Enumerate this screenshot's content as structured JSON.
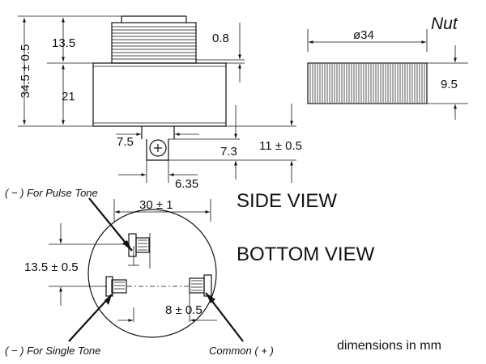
{
  "labels": {
    "nut_title": "Nut",
    "side_view": "SIDE VIEW",
    "bottom_view": "BOTTOM VIEW",
    "units": "dimensions in mm",
    "pulse_tone": "( − ) For Pulse Tone",
    "single_tone": "( − ) For Single Tone",
    "common": "Common ( + )"
  },
  "dimensions": {
    "total_height": "34.5 ± 0.5",
    "thread_height": "13.5",
    "body_height": "21",
    "lip": "0.8",
    "nut_diameter": "ø34",
    "nut_height": "9.5",
    "terminal_offset": "7.5",
    "terminal_length": "11 ± 0.5",
    "terminal_gap": "7.3",
    "terminal_width": "6.35",
    "body_diameter": "30 ± 1",
    "pin_spacing_v": "13.5 ± 0.5",
    "pin_spacing_h": "8 ± 0.5"
  }
}
